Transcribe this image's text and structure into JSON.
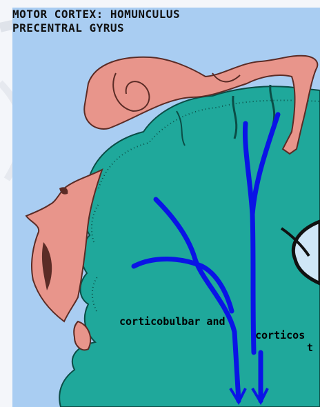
{
  "diagram": {
    "title_line1": "MOTOR CORTEX: HOMUNCULUS",
    "title_line2": "PRECENTRAL GYRUS",
    "labels": {
      "corticobulbar": "corticobulbar and",
      "corticospinal_partial": "corticos",
      "tract_partial": "t"
    }
  },
  "colors": {
    "background": "#a9cdf2",
    "cortex": "#1fa89b",
    "homunculus": "#e8958b",
    "tract_arrows": "#0a14e6"
  }
}
